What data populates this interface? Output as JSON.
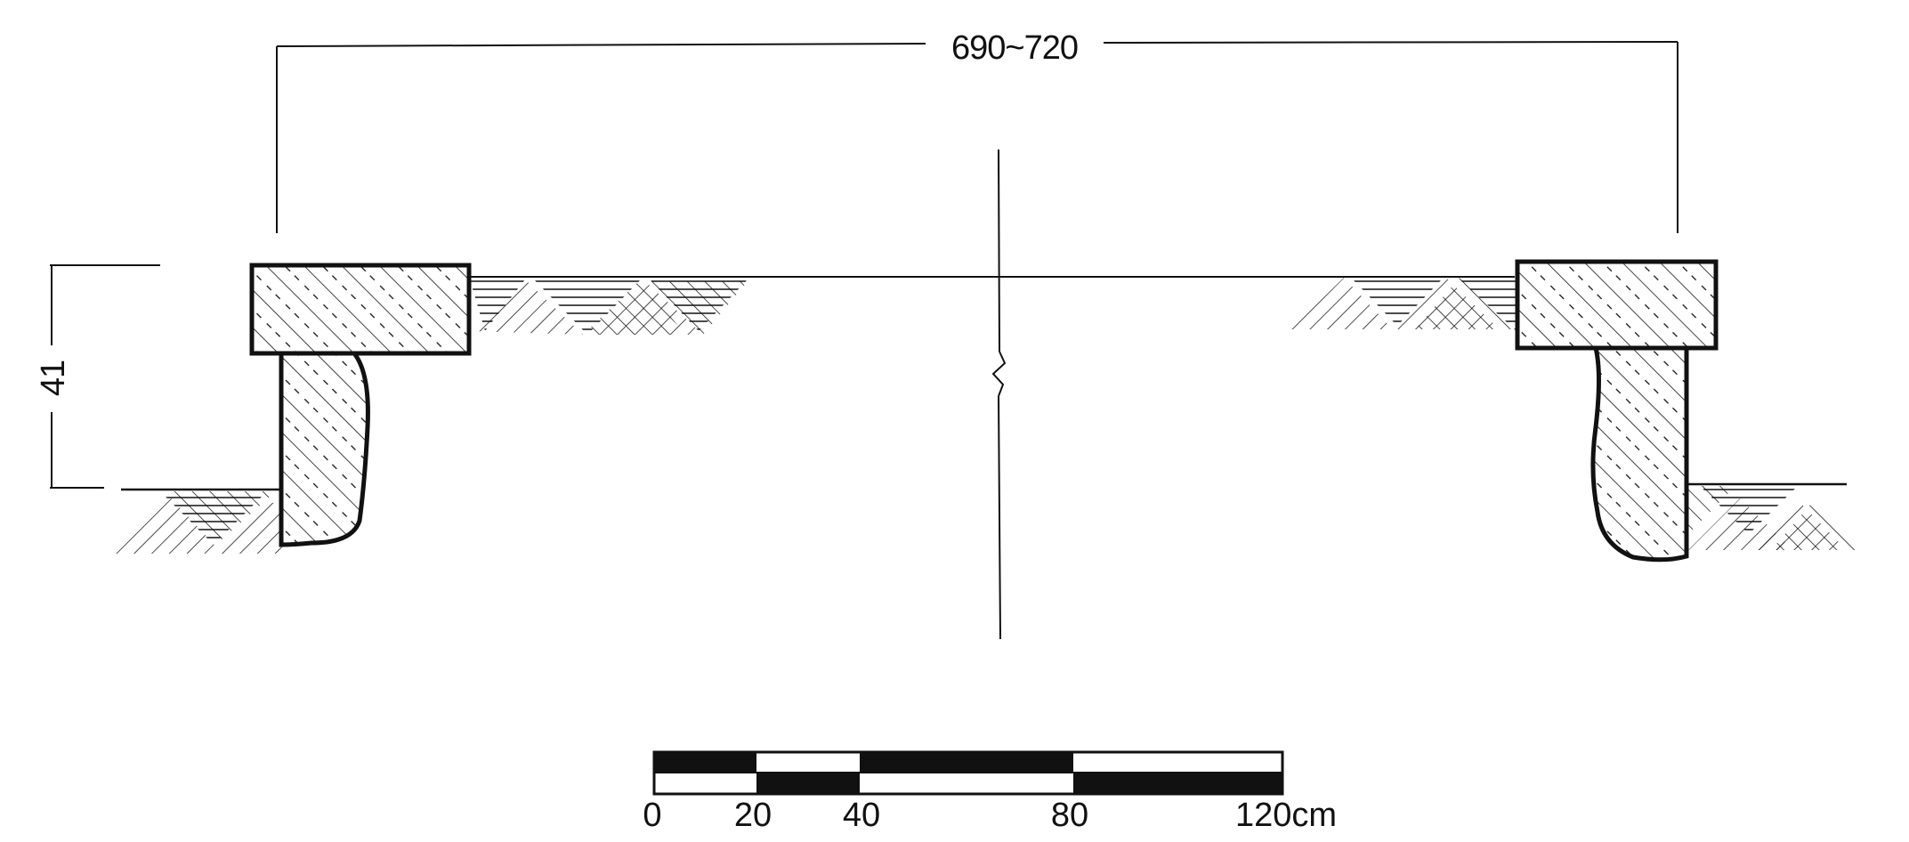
{
  "drawing": {
    "span_dimension": "690~720",
    "height_dimension": "41",
    "colors": {
      "ink": "#111111",
      "paper": "#ffffff"
    }
  },
  "scale_bar": {
    "labels": [
      "0",
      "20",
      "40",
      "80",
      "120cm"
    ]
  }
}
